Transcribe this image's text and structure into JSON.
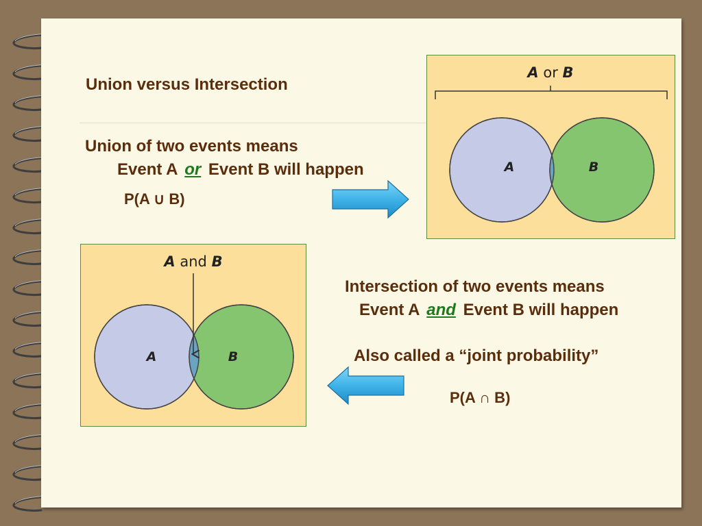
{
  "title": "Union versus Intersection",
  "union": {
    "line1": "Union of two events means",
    "line2_before": "Event A",
    "line2_emph": "or",
    "line2_after": "Event B will happen",
    "formula": "P(A ∪ B)"
  },
  "intersection": {
    "line1": "Intersection of two events means",
    "line2_before": "Event A",
    "line2_emph": "and",
    "line2_after": "Event B will happen",
    "joint": "Also called a “joint probability”",
    "formula": "P(A  ∩ B)"
  },
  "union_diagram": {
    "label_prefix": "A",
    "label_word": "or",
    "label_suffix": "B",
    "circle_a": "A",
    "circle_b": "B"
  },
  "intersection_diagram": {
    "label_prefix": "A",
    "label_word": "and",
    "label_suffix": "B",
    "circle_a": "A",
    "circle_b": "B"
  },
  "colors": {
    "page": "#FBF9E6",
    "frame": "#8B7457",
    "text": "#5A2D0C",
    "emphasis": "#1C7A1C",
    "diagram_bg": "#FDDF9C",
    "circle_a": "#C5CAE6",
    "circle_b": "#86C56F",
    "overlap": "#6BA3C3",
    "arrow": "#3FB3E8"
  },
  "icons": {
    "right_arrow": "right-arrow-icon",
    "left_arrow": "left-arrow-icon",
    "spiral": "spiral-binding-icon"
  }
}
